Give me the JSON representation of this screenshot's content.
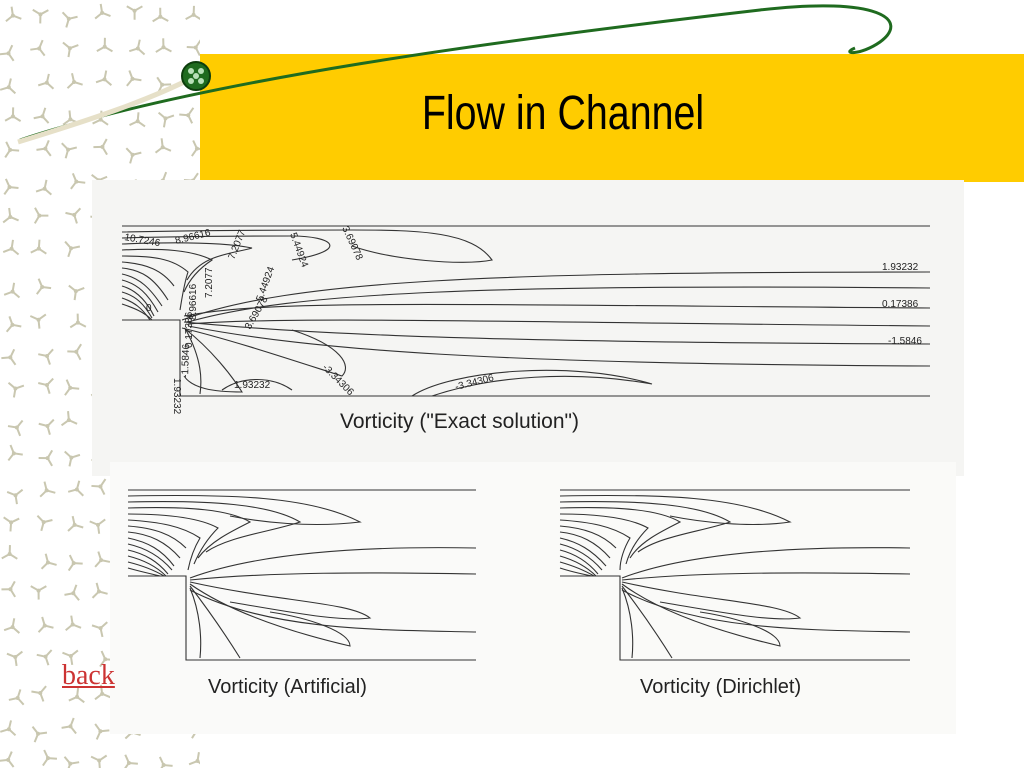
{
  "slide": {
    "title": "Flow in Channel",
    "back_link": "back"
  },
  "colors": {
    "title_band": "#ffcc00",
    "swoosh": "#1f6b1f",
    "back_link": "#cc3333",
    "pattern": "#c9c7b0"
  },
  "figures": {
    "exact": {
      "caption": "Vorticity (\"Exact solution\")",
      "contour_labels": [
        "10.7246",
        "8.96616",
        "7.2077",
        "5.44924",
        "3.69078",
        "1.93232",
        "0.17386",
        "-1.5846",
        "-3.34306",
        "0",
        "1.93232",
        "-3.34306",
        "-1.5846",
        "1.93232",
        "0.17386",
        "3.69078",
        "5.44924",
        "7.2077",
        "8.96616"
      ]
    },
    "artificial": {
      "caption": "Vorticity (Artificial)"
    },
    "dirichlet": {
      "caption": "Vorticity (Dirichlet)"
    }
  }
}
